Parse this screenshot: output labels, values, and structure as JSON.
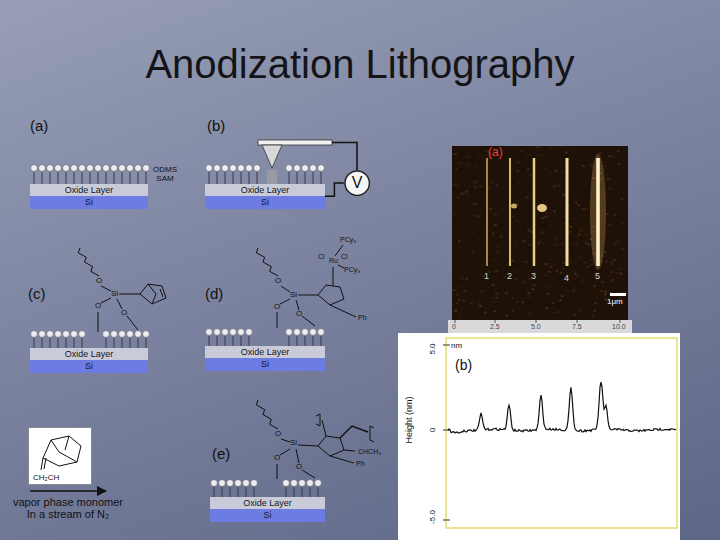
{
  "diagram": {
    "title": "Anodization Lithography",
    "nodes": [
      {
        "text": [
          "Oxide Layer",
          "Si"
        ]
      },
      {
        "text": [
          "Oxide Layer",
          "Si"
        ]
      },
      {
        "text": [
          "V"
        ]
      },
      {
        "text": [
          "Oxide Layer",
          "Si"
        ]
      },
      {
        "text": [
          "Oxide Layer",
          "Si"
        ]
      },
      {
        "text": [
          "CH₂CH"
        ]
      },
      {
        "text": [
          "Oxide Layer",
          "Si"
        ]
      }
    ],
    "edges": [
      {
        "from": 2,
        "to": 1,
        "arrow": "none"
      }
    ],
    "labels": [
      "(a)",
      "(b)",
      "(a)",
      "ODMS SAM",
      "1",
      "2",
      "3",
      "4",
      "5",
      "(c)",
      "O",
      "Si",
      "O",
      "O",
      "(d)",
      "O",
      "Si",
      "O",
      "O",
      "PCy₃",
      "Cl",
      "Ru",
      "Cl",
      "PCy₃",
      "Ph",
      "1μm",
      "0",
      "2.5",
      "5.0",
      "7.5",
      "10.0",
      "5.0",
      "nm",
      "(b)",
      "Height (nm)",
      "0",
      "(e)",
      "O",
      "Si",
      "O",
      "O",
      "CHCH₃",
      "Ph",
      "-5.0",
      "vapor phase monomer In a stream of N₂"
    ]
  }
}
